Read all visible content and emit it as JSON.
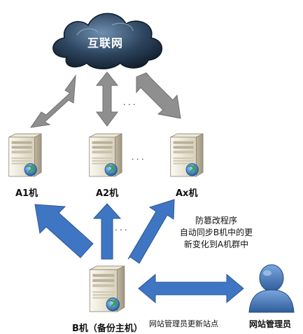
{
  "cloud": {
    "label": "互联网",
    "icon": "cloud-icon"
  },
  "servers": {
    "a1": {
      "label": "A1机",
      "icon": "server-icon"
    },
    "a2": {
      "label": "A2机",
      "icon": "server-icon"
    },
    "ax": {
      "label": "Ax机",
      "icon": "server-icon"
    },
    "b": {
      "label": "B机（备份主机）",
      "icon": "server-icon"
    }
  },
  "ellipsis": "· · ·",
  "sync_note": [
    "防篡改程序",
    "自动同步B机中的更",
    "新变化到A机群中"
  ],
  "admin": {
    "label": "网站管理员",
    "icon": "user-icon"
  },
  "update_note": "网站管理员更新站点",
  "colors": {
    "cloud_dark": "#1a2a3c",
    "cloud_light": "#5a7a9c",
    "gray_arrow": "#8f8f8f",
    "blue_arrow": "#3f76c3",
    "server_body": "#e8e3d4",
    "admin_blue": "#4b7dbf"
  }
}
